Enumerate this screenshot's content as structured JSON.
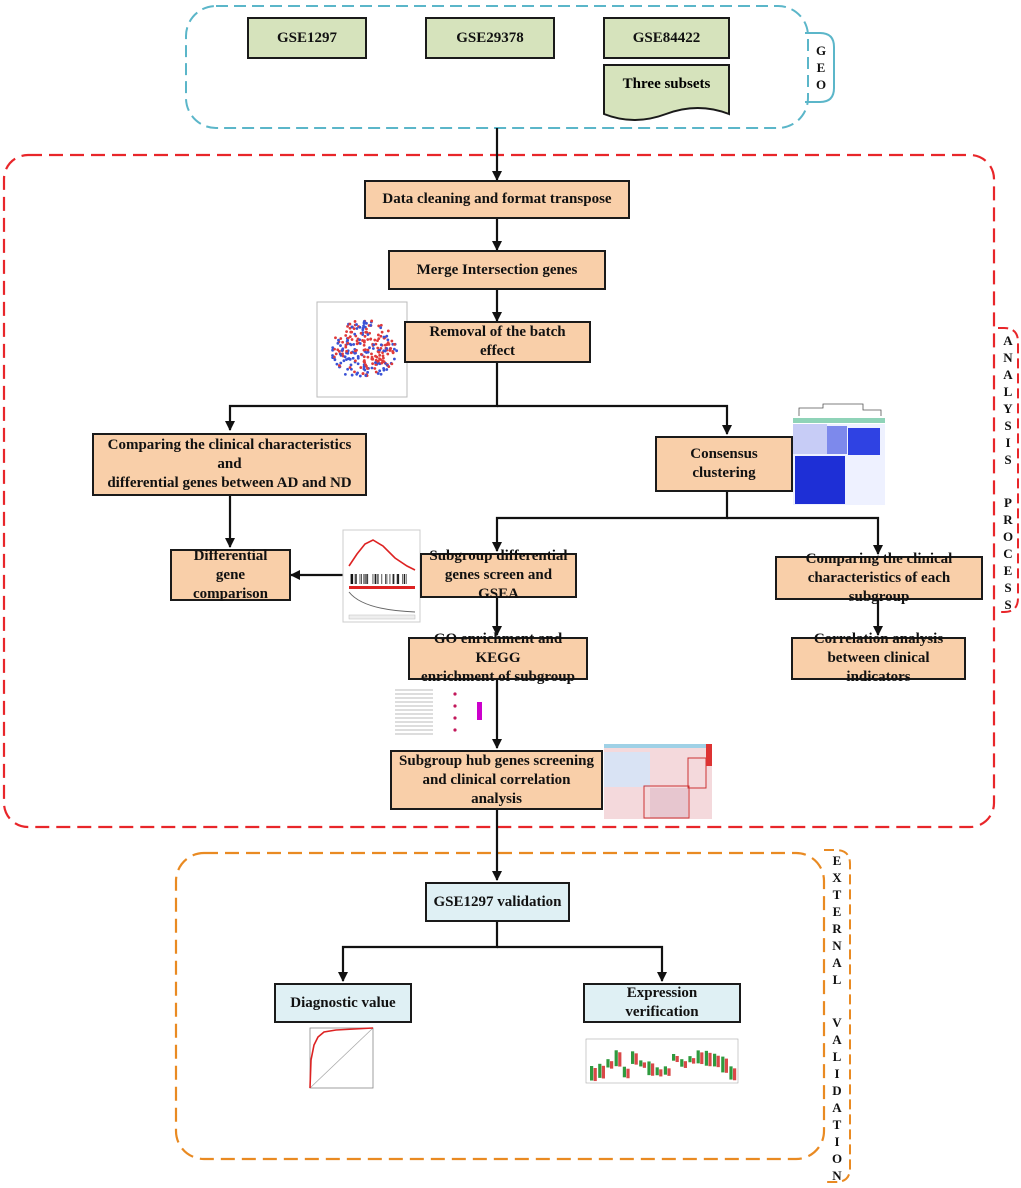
{
  "sections": {
    "geo": {
      "label": "GEO",
      "color": "#5bb6c9"
    },
    "analysis": {
      "label": [
        "ANALYSIS",
        "PROCESS"
      ],
      "color": "#e8262a"
    },
    "external": {
      "label": [
        "EXTERNAL",
        "VALIDATION"
      ],
      "color": "#e98a22"
    }
  },
  "datasets": {
    "gse1297": "GSE1297",
    "gse29378": "GSE29378",
    "gse84422": "GSE84422",
    "subsets": "Three subsets"
  },
  "steps": {
    "cleaning": "Data cleaning and format transpose",
    "merge": "Merge Intersection genes",
    "batch": "Removal of the batch effect",
    "compare_ad_nd": [
      "Comparing the clinical characteristics and",
      "differential genes between AD and ND"
    ],
    "consensus": "Consensus clustering",
    "diff_comparison": [
      "Differential",
      "gene comparison"
    ],
    "subgroup_diff": [
      "Subgroup differential",
      "genes screen and GSEA"
    ],
    "compare_subgroup": [
      "Comparing the clinical",
      "characteristics of each subgroup"
    ],
    "go_kegg": [
      "GO enrichment and KEGG",
      "enrichment of subgroup"
    ],
    "correlation": [
      "Correlation analysis",
      "between clinical indicators"
    ],
    "hub_genes": [
      "Subgroup hub genes screening",
      "and clinical correlation analysis"
    ],
    "validation": "GSE1297 validation",
    "diagnostic": "Diagnostic value",
    "expression": "Expression verification"
  },
  "colors": {
    "dataset_fill": "#d6e3bc",
    "step_fill": "#f9cfa9",
    "validation_fill": "#dff0f4",
    "arrow": "#111111"
  },
  "thumbnails": [
    "pca-scatter",
    "consensus-heatmap",
    "gsea-enrichment-plot",
    "go-dot-plot",
    "hub-gene-heatmap",
    "roc-curve",
    "expression-boxplot"
  ]
}
